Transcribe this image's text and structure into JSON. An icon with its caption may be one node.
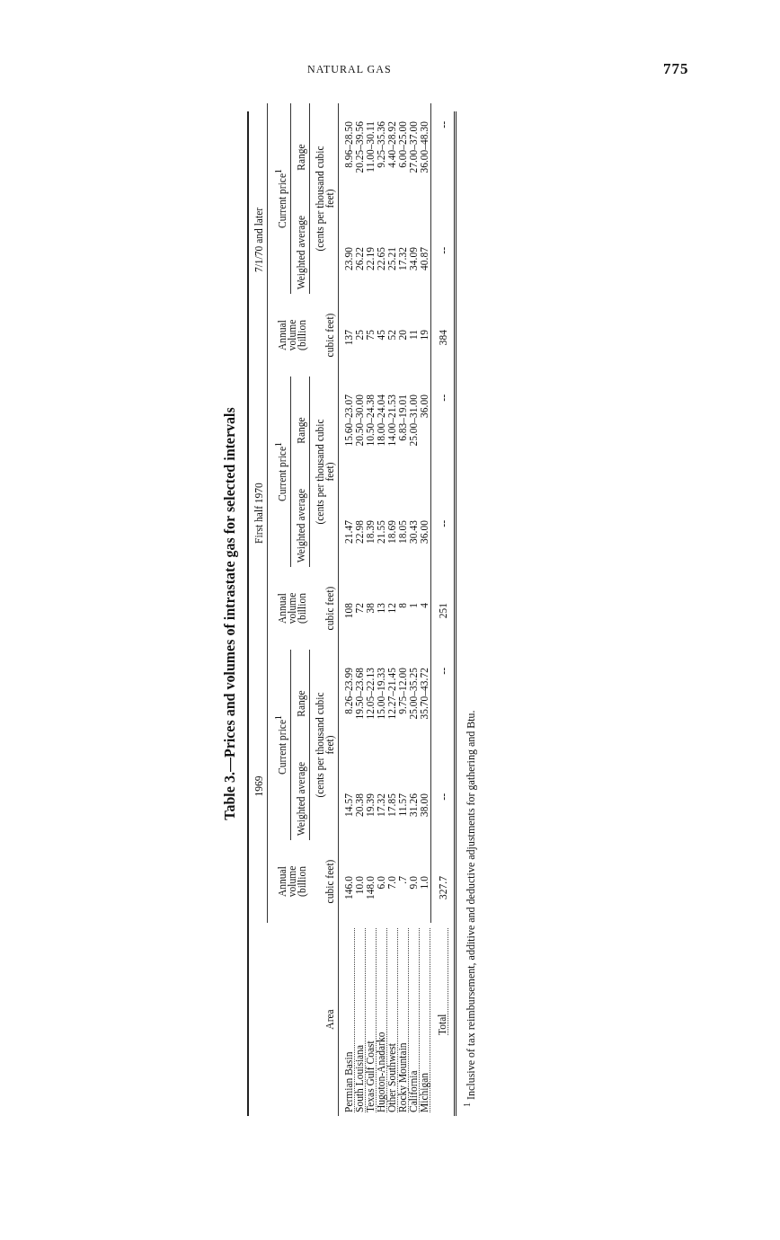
{
  "diagram": {
    "title": "Table 3.—Prices and volumes of intrastate gas for selected intervals",
    "labels": [
      "NATURAL GAS",
      "775",
      "Area",
      "1969",
      "First half 1970",
      "7/1/70 and later",
      "Annual volume (billion",
      "Current price$^{1}$",
      "Annual volume (billion",
      "Current price$^{1}$",
      "Annual volume (billion",
      "Current price$^{1}$",
      "Weighted average",
      "Range",
      "Weighted average",
      "Range",
      "Weighted average",
      "Range",
      "cubic feet)",
      "(cents per thousand cubic feet)",
      "cubic feet)",
      "(cents per thousand cubic feet)",
      "cubic feet)",
      "(cents per thousand cubic feet)",
      "Permian Basin",
      "146.0",
      "14.57",
      "8.26–23.99",
      "108",
      "21.47",
      "15.60–23.07",
      "137",
      "23.90",
      "8.96–28.50",
      "South Louisiana",
      "10.0",
      "20.38",
      "19.50–23.68",
      "72",
      "22.98",
      "20.50–30.00",
      "25",
      "26.22",
      "20.25–39.56",
      "Texas Gulf Coast",
      "148.0",
      "19.39",
      "12.05–22.13",
      "38",
      "18.39",
      "10.50–24.38",
      "75",
      "22.19",
      "11.00–30.11",
      "Hugoton-Anadarko",
      "6.0",
      "17.32",
      "15.00–19.33",
      "13",
      "21.55",
      "18.00–24.04",
      "45",
      "22.65",
      "9.25–35.36",
      "Other Southwest",
      "7.0",
      "17.85",
      "12.27–21.45",
      "12",
      "18.69",
      "14.00–21.53",
      "52",
      "25.21",
      "4.40–28.92",
      "Rocky Mountain",
      ".7",
      "11.57",
      "9.75–12.00",
      "8",
      "18.05",
      "6.83–19.01",
      "20",
      "17.32",
      "6.00–25.00",
      "California",
      "9.0",
      "31.26",
      "25.00–35.25",
      "1",
      "30.43",
      "25.00–31.00",
      "11",
      "34.09",
      "27.00–37.00",
      "Michigan",
      "1.0",
      "38.00",
      "35.70–43.72",
      "4",
      "36.00",
      "36.00",
      "19",
      "40.87",
      "36.00–48.30",
      "Total",
      "327.7",
      "--",
      "--",
      "251",
      "--",
      "--",
      "384",
      "--",
      "--",
      "$^{1}$ Inclusive of tax reimbursement, additive and deductive adjustments for gathering and Btu."
    ]
  }
}
